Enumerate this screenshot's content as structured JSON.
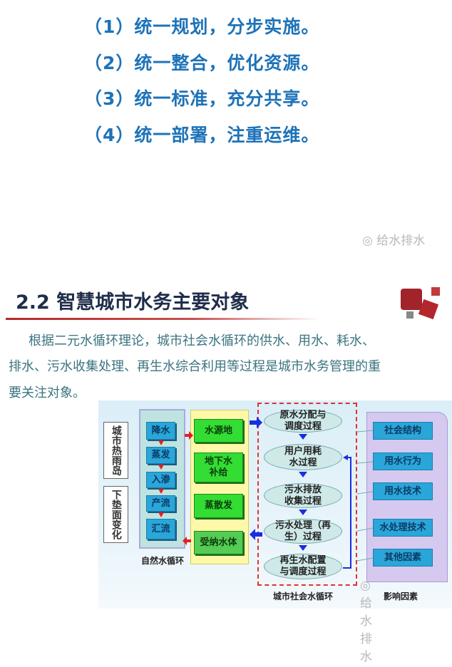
{
  "principles": [
    "（1）统一规划，分步实施。",
    "（2）统一整合，优化资源。",
    "（3）统一标准，充分共享。",
    "（4）统一部署，注重运维。"
  ],
  "watermark": "给水排水",
  "section_title": "2.2  智慧城市水务主要对象",
  "paragraph": [
    "根据二元水循环理论，城市社会水循环的供水、用水、耗水、",
    "排水、污水收集处理、再生水综合利用等过程是城市水务管理的重",
    "要关注对象。"
  ],
  "diagram": {
    "callouts": [
      "城市热雨岛",
      "下垫面变化"
    ],
    "natural": [
      "降水",
      "蒸发",
      "入渗",
      "产流",
      "汇流"
    ],
    "natural_label": "自然水循环",
    "water_bodies": [
      "水源地",
      "地下水补给",
      "蒸散发",
      "受纳水体"
    ],
    "social": [
      "原水分配与调度过程",
      "用户用耗水过程",
      "污水排放收集过程",
      "污水处理（再生）过程",
      "再生水配置与调度过程"
    ],
    "social_label": "城市社会水循环",
    "factors": [
      "社会结构",
      "用水行为",
      "用水技术",
      "水处理技术",
      "其他因素"
    ],
    "factors_label": "影响因素"
  }
}
